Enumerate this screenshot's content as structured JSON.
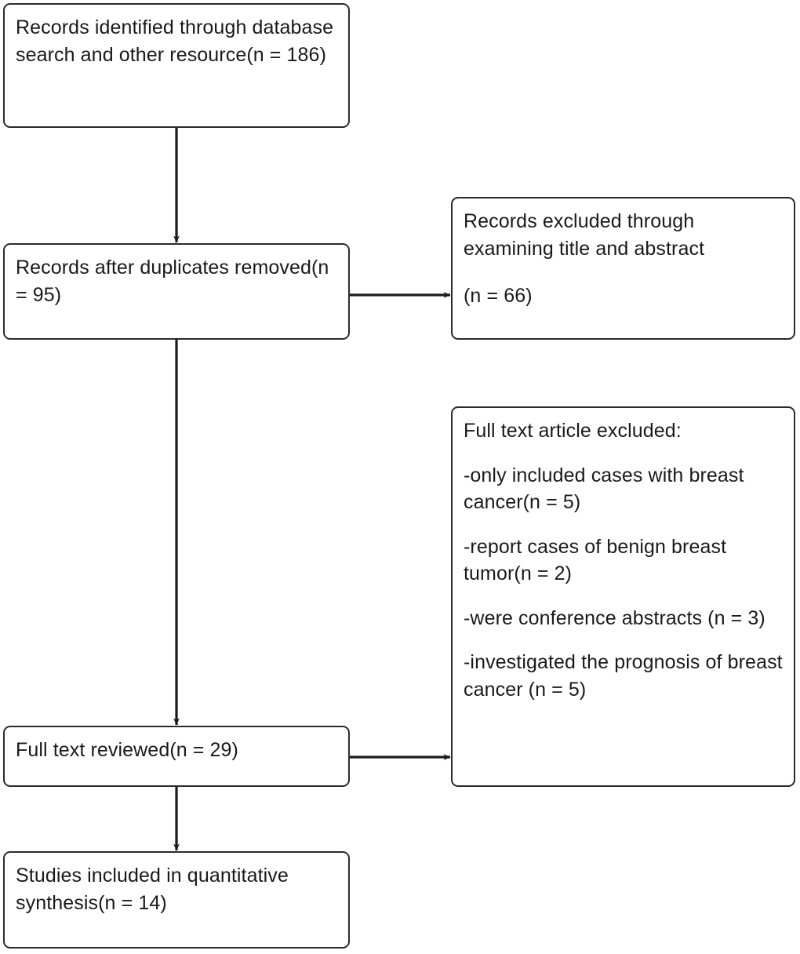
{
  "diagram": {
    "title": "PRISMA study selection flow diagram",
    "stroke_color": "#2b2b2b",
    "text_color": "#1a1a1a",
    "background_color": "#ffffff"
  },
  "nodes": {
    "identified": {
      "name": "records-identified",
      "lines": [
        "Records identified through database search and other resource(n = 186)"
      ],
      "count": 186
    },
    "deduplicated": {
      "name": "records-after-duplicates-removed",
      "lines": [
        "Records after duplicates removed(n = 95)"
      ],
      "count": 95
    },
    "excluded_title_abstract": {
      "name": "records-excluded-title-abstract",
      "lines": [
        "Records excluded through examining title and abstract",
        "(n = 66)"
      ],
      "count": 66
    },
    "full_text_reviewed": {
      "name": "full-text-reviewed",
      "lines": [
        "Full text reviewed(n = 29)"
      ],
      "count": 29
    },
    "full_text_excluded": {
      "name": "full-text-article-excluded",
      "lines": [
        "Full text article excluded:",
        "-only included cases with breast cancer(n = 5)",
        "-report cases of benign breast tumor(n = 2)",
        "-were conference abstracts (n = 3)",
        "-investigated the prognosis of breast cancer (n = 5)"
      ],
      "reasons": [
        {
          "label": "only included cases with breast cancer",
          "count": 5
        },
        {
          "label": "report cases of benign breast tumor",
          "count": 2
        },
        {
          "label": "were conference abstracts",
          "count": 3
        },
        {
          "label": "investigated the prognosis of breast cancer",
          "count": 5
        }
      ]
    },
    "included": {
      "name": "studies-included-quantitative-synthesis",
      "lines": [
        "Studies included in quantitative synthesis(n = 14)"
      ],
      "count": 14
    }
  },
  "edges": [
    {
      "name": "edge-identified-to-deduplicated",
      "from": "identified",
      "to": "deduplicated",
      "direction": "down"
    },
    {
      "name": "edge-deduplicated-to-excluded-title-abstract",
      "from": "deduplicated",
      "to": "excluded_title_abstract",
      "direction": "right"
    },
    {
      "name": "edge-deduplicated-to-full-text-reviewed",
      "from": "deduplicated",
      "to": "full_text_reviewed",
      "direction": "down"
    },
    {
      "name": "edge-full-text-reviewed-to-full-text-excluded",
      "from": "full_text_reviewed",
      "to": "full_text_excluded",
      "direction": "right"
    },
    {
      "name": "edge-full-text-reviewed-to-included",
      "from": "full_text_reviewed",
      "to": "included",
      "direction": "down"
    }
  ]
}
